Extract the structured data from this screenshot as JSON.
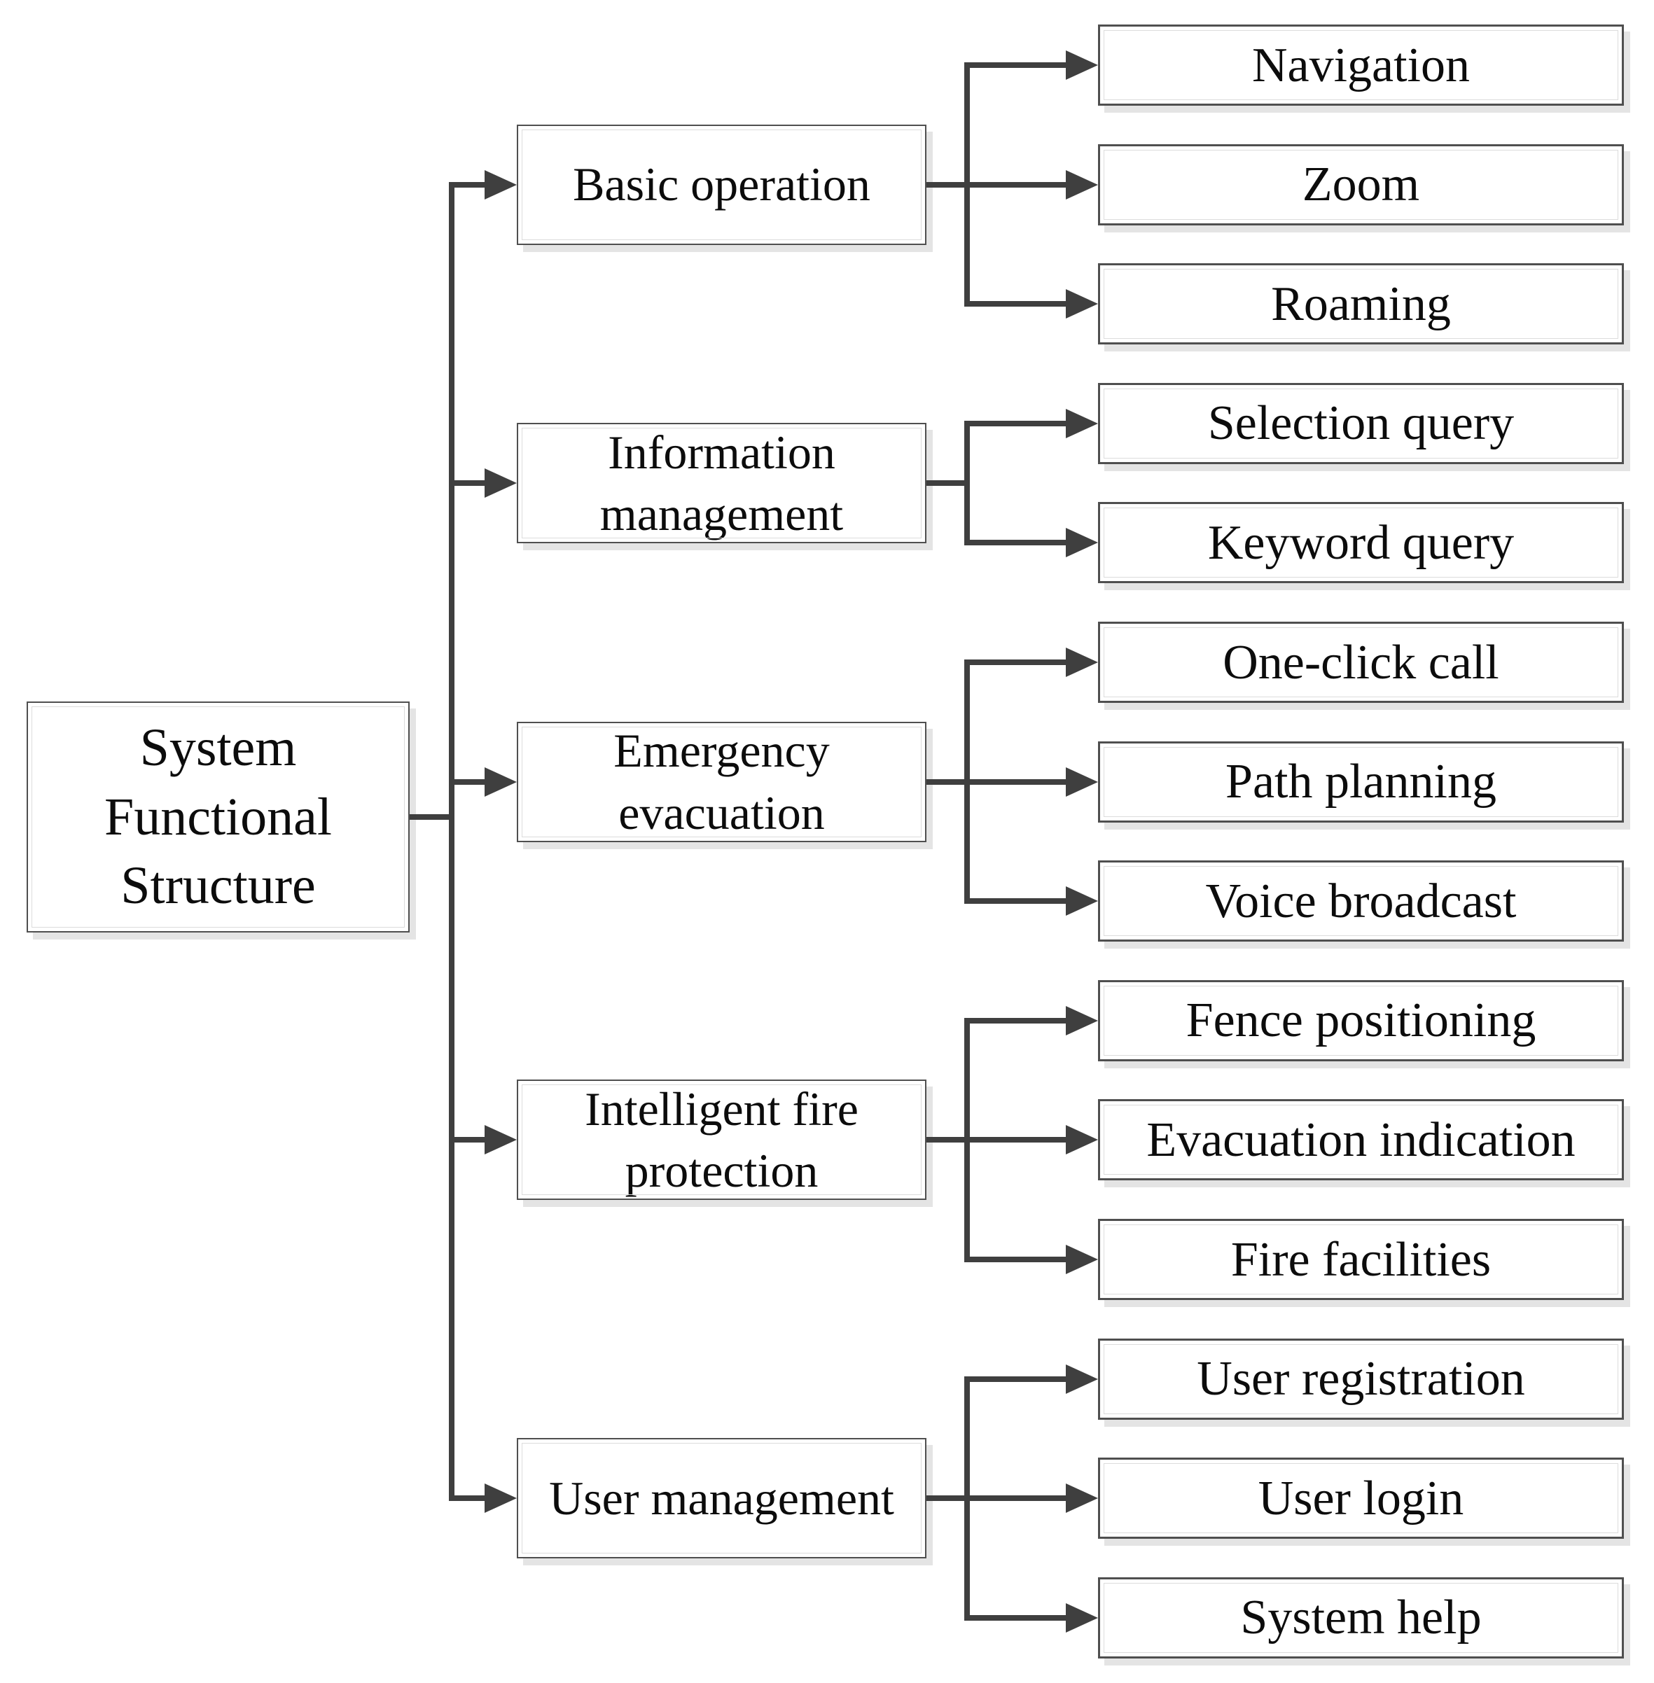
{
  "diagram": {
    "root": {
      "label": "System Functional Structure"
    },
    "groups": [
      {
        "label": "Basic operation",
        "children": [
          {
            "label": "Navigation"
          },
          {
            "label": "Zoom"
          },
          {
            "label": "Roaming"
          }
        ]
      },
      {
        "label": "Information management",
        "children": [
          {
            "label": "Selection query"
          },
          {
            "label": "Keyword query"
          }
        ]
      },
      {
        "label": "Emergency evacuation",
        "children": [
          {
            "label": "One-click call"
          },
          {
            "label": "Path planning"
          },
          {
            "label": "Voice broadcast"
          }
        ]
      },
      {
        "label": "Intelligent fire protection",
        "children": [
          {
            "label": "Fence positioning"
          },
          {
            "label": "Evacuation indication"
          },
          {
            "label": "Fire facilities"
          }
        ]
      },
      {
        "label": "User management",
        "children": [
          {
            "label": "User registration"
          },
          {
            "label": "User login"
          },
          {
            "label": "System help"
          }
        ]
      }
    ],
    "colors": {
      "background": "#ffffff",
      "line": "#3f3f3f",
      "box_border": "#4f4f4f",
      "box_bg": "#ffffff",
      "inner_line": "#dcdcdc",
      "shadow": "#e4e4e4",
      "text": "#0c0c0c"
    }
  }
}
